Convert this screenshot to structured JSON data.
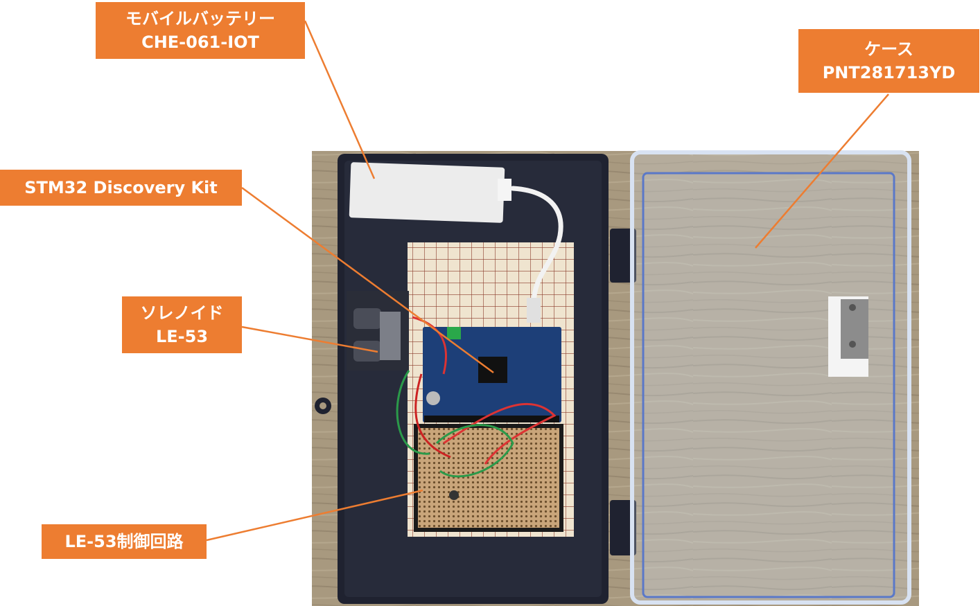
{
  "callouts": {
    "battery": {
      "line1": "モバイルバッテリー",
      "line2": "CHE-061-IOT"
    },
    "case": {
      "line1": "ケース",
      "line2": "PNT281713YD"
    },
    "stm32": {
      "line1": "STM32 Discovery Kit"
    },
    "solenoid": {
      "line1": "ソレノイド",
      "line2": "LE-53"
    },
    "circuit": {
      "line1": "LE-53制御回路"
    }
  },
  "colors": {
    "label_bg": "#ed7d31",
    "label_text": "#ffffff",
    "leader_line": "#ed7d31",
    "wood": "#a8997f",
    "case_body": "#1f2230",
    "board_blue": "#1d3f78",
    "protoboard": "#c9a57a",
    "grid_paper": "#efe4cf"
  }
}
